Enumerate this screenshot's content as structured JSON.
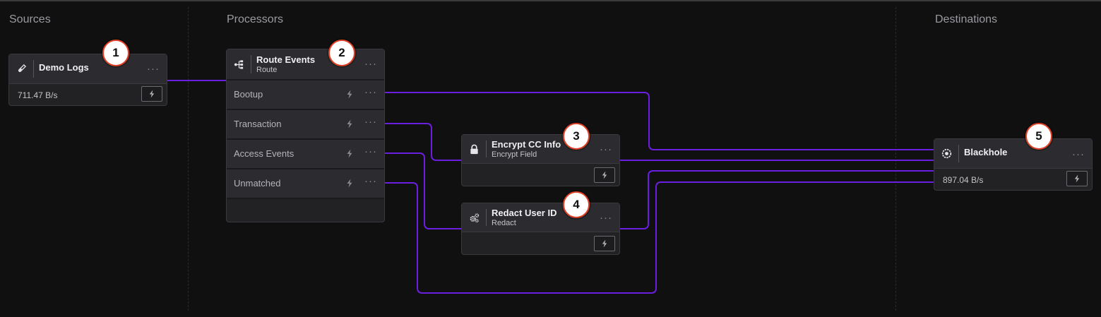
{
  "columns": {
    "sources": "Sources",
    "processors": "Processors",
    "destinations": "Destinations"
  },
  "colors": {
    "edge": "#6a1ee0",
    "badge_ring": "#e04025"
  },
  "nodes": {
    "demo_logs": {
      "title": "Demo Logs",
      "rate": "711.47 B/s",
      "icon": "test-tube-icon",
      "badge": "1"
    },
    "route_events": {
      "title": "Route Events",
      "subtitle": "Route",
      "icon": "route-icon",
      "badge": "2",
      "routes": [
        {
          "label": "Bootup"
        },
        {
          "label": "Transaction"
        },
        {
          "label": "Access Events"
        },
        {
          "label": "Unmatched"
        }
      ]
    },
    "encrypt_cc": {
      "title": "Encrypt CC Info",
      "subtitle": "Encrypt Field",
      "icon": "lock-icon",
      "badge": "3"
    },
    "redact_user": {
      "title": "Redact User ID",
      "subtitle": "Redact",
      "icon": "gears-icon",
      "badge": "4"
    },
    "blackhole": {
      "title": "Blackhole",
      "rate": "897.04 B/s",
      "icon": "blackhole-icon",
      "badge": "5"
    }
  },
  "more_glyph": "···"
}
